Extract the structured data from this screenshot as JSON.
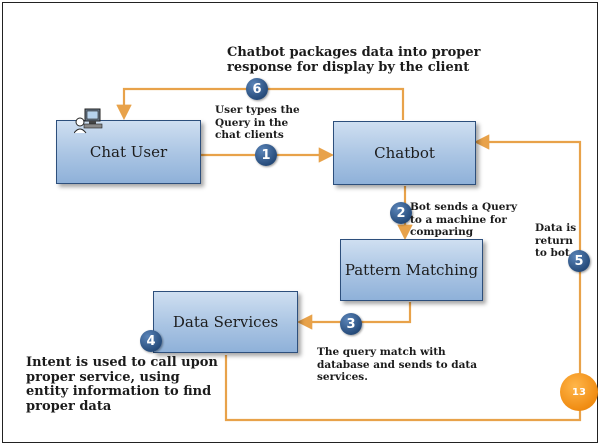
{
  "nodes": {
    "chat_user": "Chat User",
    "chatbot": "Chatbot",
    "pattern_matching": "Pattern Matching",
    "data_services": "Data Services"
  },
  "steps": {
    "s1": "1",
    "s2": "2",
    "s3": "3",
    "s4": "4",
    "s5": "5",
    "s6": "6",
    "s13": "13"
  },
  "notes": {
    "top": [
      "Chatbot packages data into proper",
      "response for display by the client"
    ],
    "user_types": [
      "User types the",
      "Query in the",
      "chat clients"
    ],
    "bot_sends": [
      "Bot sends a Query",
      "to a machine for",
      "comparing"
    ],
    "data_return": [
      "Data is",
      "return",
      "to bot"
    ],
    "query_match": [
      "The query match with",
      "database and sends to data",
      "services."
    ],
    "intent": [
      "Intent is used to call upon",
      "proper service, using",
      "entity information to find",
      "proper data"
    ]
  },
  "colors": {
    "arrow": "#e8a24a",
    "box_border": "#2d4f7c",
    "badge": "#274c7b",
    "badge_big": "#f08c12"
  },
  "icons": {
    "user": "computer-user-icon"
  }
}
